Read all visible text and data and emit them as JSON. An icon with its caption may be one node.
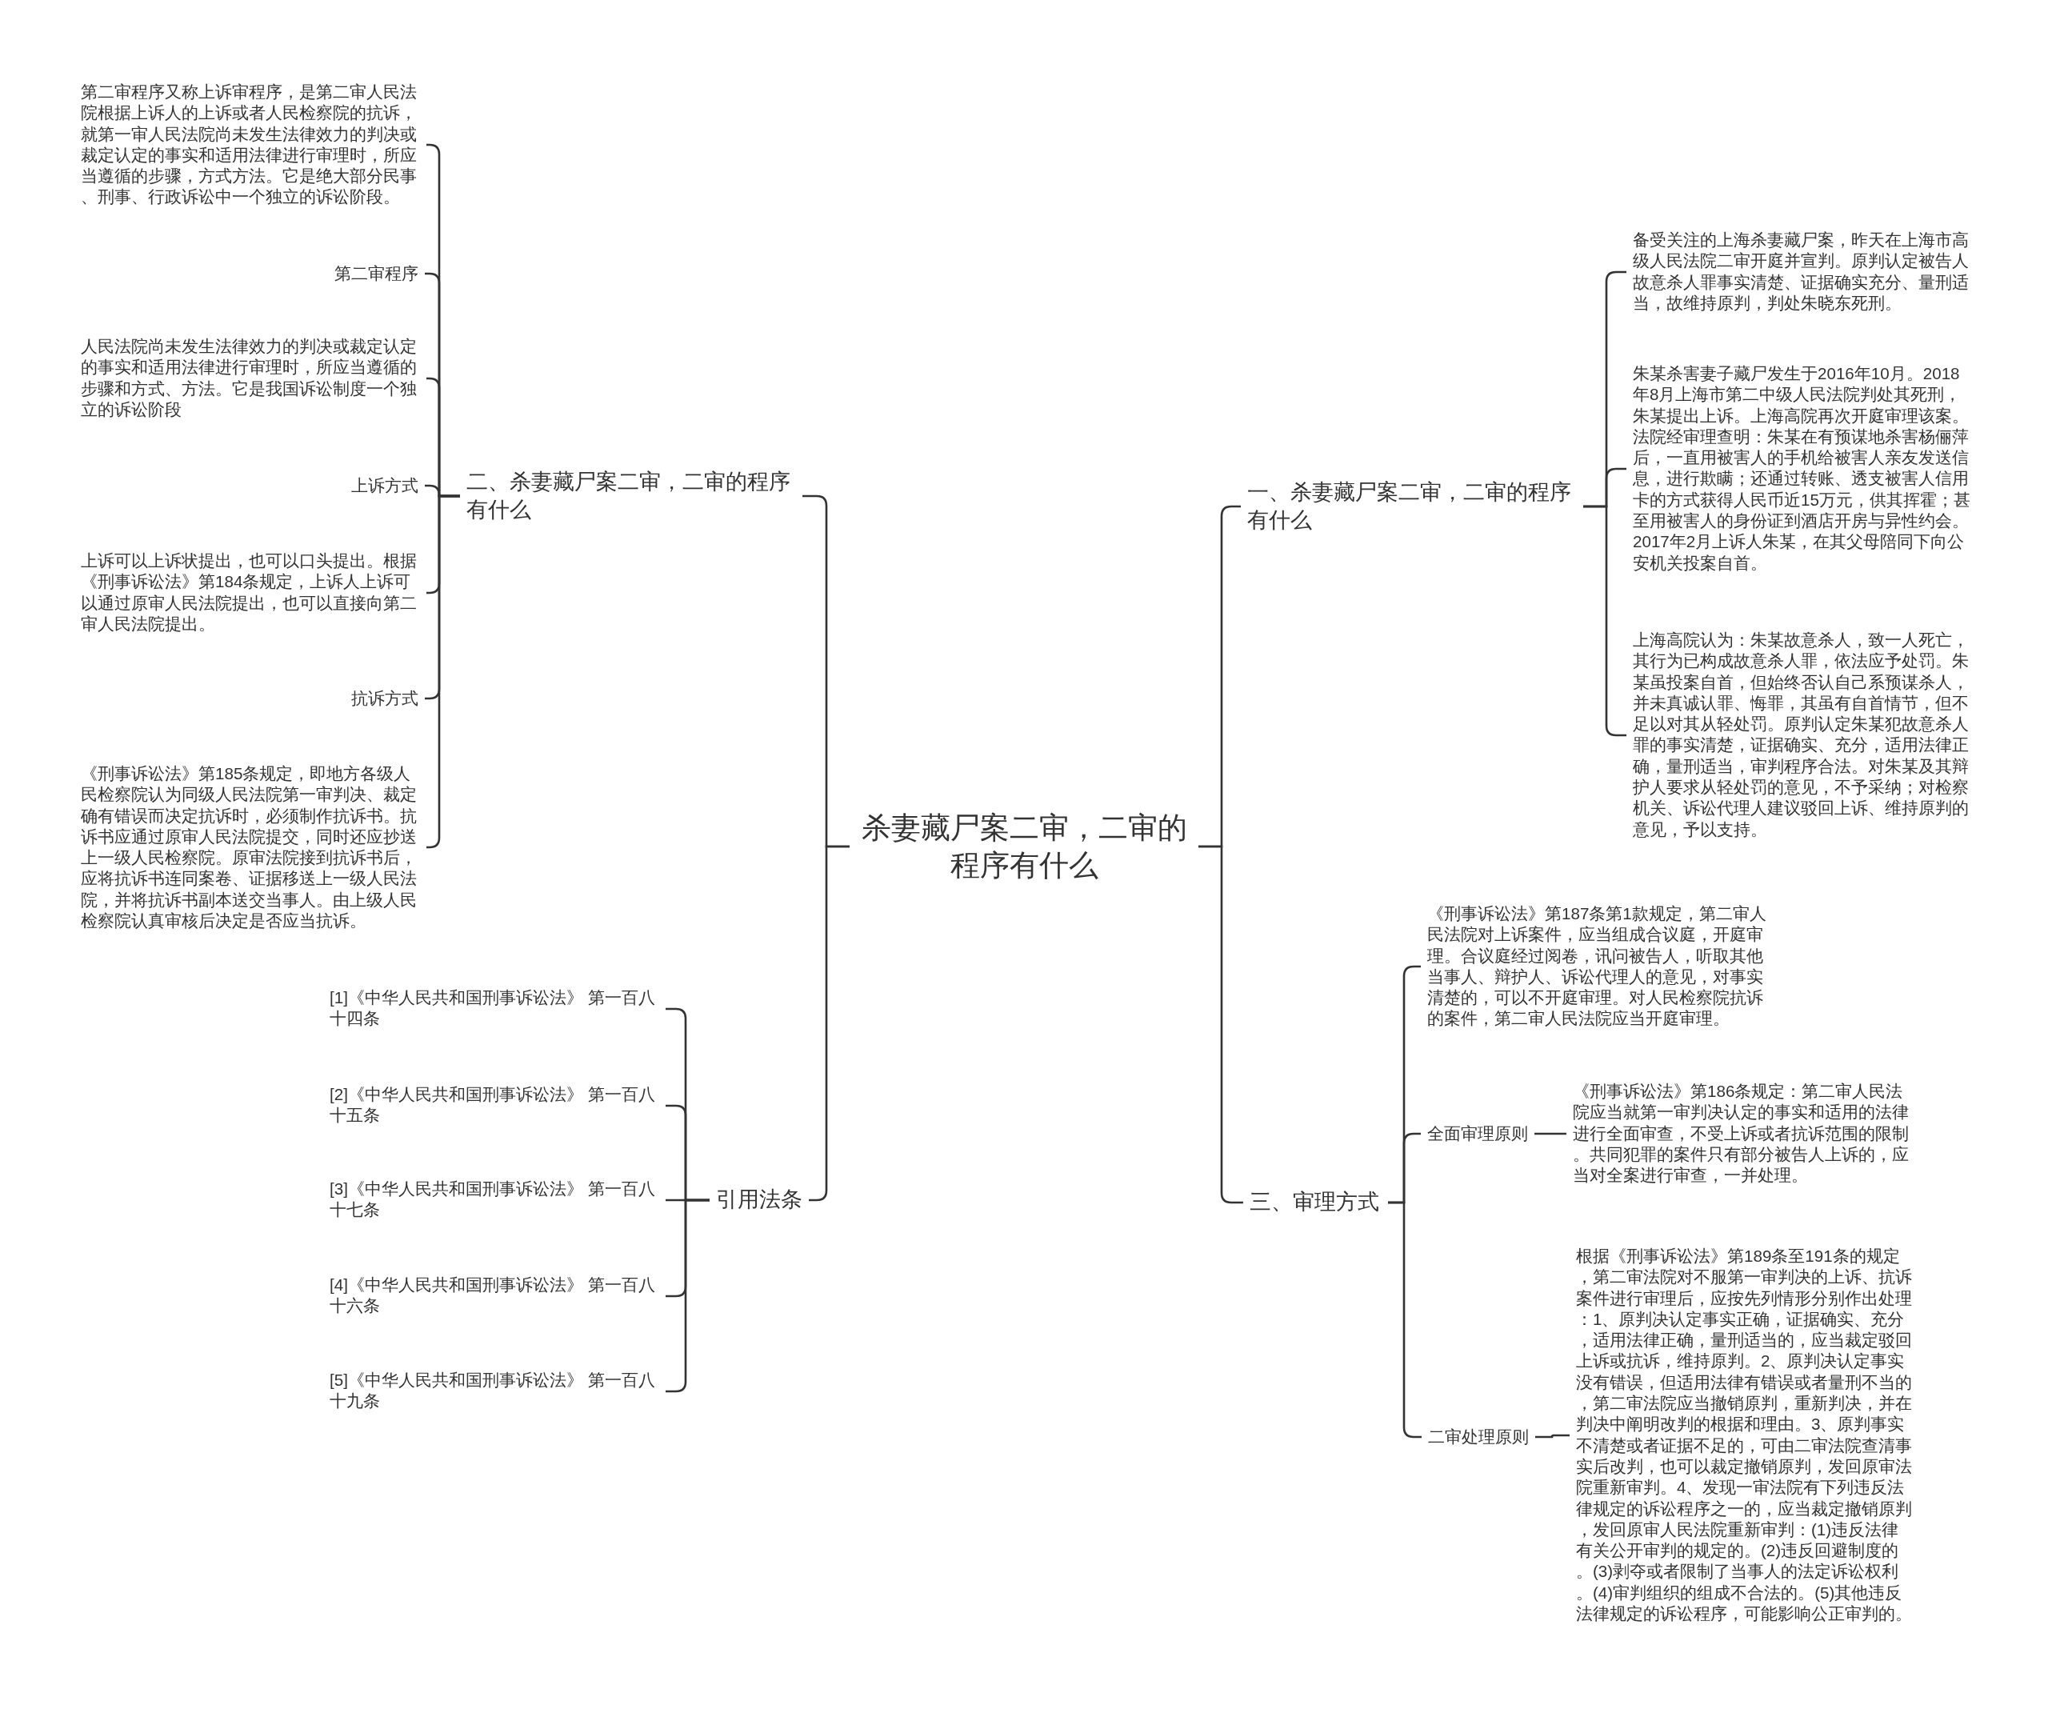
{
  "diagram": {
    "nodes": [
      {
        "text": [
          "杀妻藏尸案二审，二审的程序有什么"
        ]
      },
      {
        "text": [
          "一、杀妻藏尸案二审，二审的程序有什么"
        ]
      },
      {
        "text": [
          "备受关注的上海杀妻藏尸案，昨天在上海市高级人民法院二审开庭并宣判。原判认定被告人故意杀人罪事实清楚、证据确实充分、量刑适当，故维持原判，判处朱晓东死刑。"
        ]
      },
      {
        "text": [
          "朱某杀害妻子藏尸发生于2016年10月。2018年8月上海市第二中级人民法院判处其死刑，朱某提出上诉。上海高院再次开庭审理该案。法院经审理查明：朱某在有预谋地杀害杨俪萍后，一直用被害人的手机给被害人亲友发送信息，进行欺瞒；还通过转账、透支被害人信用卡的方式获得人民币近15万元，供其挥霍；甚至用被害人的身份证到酒店开房与异性约会。2017年2月上诉人朱某，在其父母陪同下向公安机关投案自首。"
        ]
      },
      {
        "text": [
          "上海高院认为：朱某故意杀人，致一人死亡，其行为已构成故意杀人罪，依法应予处罚。朱某虽投案自首，但始终否认自己系预谋杀人，并未真诚认罪、悔罪，其虽有自首情节，但不足以对其从轻处罚。原判认定朱某犯故意杀人罪的事实清楚，证据确实、充分，适用法律正确，量刑适当，审判程序合法。对朱某及其辩护人要求从轻处罚的意见，不予采纳；对检察机关、诉讼代理人建议驳回上诉、维持原判的意见，予以支持。"
        ]
      },
      {
        "text": [
          "三、审理方式"
        ]
      },
      {
        "text": [
          "《刑事诉讼法》第187条第1款规定，第二审人民法院对上诉案件，应当组成合议庭，开庭审理。合议庭经过阅卷，讯问被告人，听取其他当事人、辩护人、诉讼代理人的意见，对事实清楚的，可以不开庭审理。对人民检察院抗诉的案件，第二审人民法院应当开庭审理。"
        ]
      },
      {
        "text": [
          "全面审理原则"
        ]
      },
      {
        "text": [
          "《刑事诉讼法》第186条规定：第二审人民法院应当就第一审判决认定的事实和适用的法律进行全面审查，不受上诉或者抗诉范围的限制。共同犯罪的案件只有部分被告人上诉的，应当对全案进行审查，一并处理。"
        ]
      },
      {
        "text": [
          "二审处理原则"
        ]
      },
      {
        "text": [
          "根据《刑事诉讼法》第189条至191条的规定，第二审法院对不服第一审判决的上诉、抗诉案件进行审理后，应按先列情形分别作出处理：1、原判决认定事实正确，证据确实、充分，适用法律正确，量刑适当的，应当裁定驳回上诉或抗诉，维持原判。2、原判决认定事实没有错误，但适用法律有错误或者量刑不当的，第二审法院应当撤销原判，重新判决，并在判决中阐明改判的根据和理由。3、原判事实不清楚或者证据不足的，可由二审法院查清事实后改判，也可以裁定撤销原判，发回原审法院重新审判。4、发现一审法院有下列违反法律规定的诉讼程序之一的，应当裁定撤销原判，发回原审人民法院重新审判：(1)违反法律有关公开审判的规定的。(2)违反回避制度的。(3)剥夺或者限制了当事人的法定诉讼权利。(4)审判组织的组成不合法的。(5)其他违反法律规定的诉讼程序，可能影响公正审判的。"
        ]
      },
      {
        "text": [
          "二、杀妻藏尸案二审，二审的程序有什么"
        ]
      },
      {
        "text": [
          "第二审程序又称上诉审程序，是第二审人民法院根据上诉人的上诉或者人民检察院的抗诉，就第一审人民法院尚未发生法律效力的判决或裁定认定的事实和适用法律进行审理时，所应当遵循的步骤，方式方法。它是绝大部分民事、刑事、行政诉讼中一个独立的诉讼阶段。"
        ]
      },
      {
        "text": [
          "第二审程序"
        ]
      },
      {
        "text": [
          "人民法院尚未发生法律效力的判决或裁定认定的事实和适用法律进行审理时，所应当遵循的步骤和方式、方法。它是我国诉讼制度一个独立的诉讼阶段"
        ]
      },
      {
        "text": [
          "上诉方式"
        ]
      },
      {
        "text": [
          "上诉可以上诉状提出，也可以口头提出。根据《刑事诉讼法》第184条规定，上诉人上诉可以通过原审人民法院提出，也可以直接向第二审人民法院提出。"
        ]
      },
      {
        "text": [
          "抗诉方式"
        ]
      },
      {
        "text": [
          "《刑事诉讼法》第185条规定，即地方各级人民检察院认为同级人民法院第一审判决、裁定确有错误而决定抗诉时，必须制作抗诉书。抗诉书应通过原审人民法院提交，同时还应抄送上一级人民检察院。原审法院接到抗诉书后，应将抗诉书连同案卷、证据移送上一级人民法院，并将抗诉书副本送交当事人。由上级人民检察院认真审核后决定是否应当抗诉。"
        ]
      },
      {
        "text": [
          "引用法条"
        ]
      },
      {
        "text": [
          "[1]《中华人民共和国刑事诉讼法》 第一百八十四条"
        ]
      },
      {
        "text": [
          "[2]《中华人民共和国刑事诉讼法》 第一百八十五条"
        ]
      },
      {
        "text": [
          "[3]《中华人民共和国刑事诉讼法》 第一百八十七条"
        ]
      },
      {
        "text": [
          "[4]《中华人民共和国刑事诉讼法》 第一百八十六条"
        ]
      },
      {
        "text": [
          "[5]《中华人民共和国刑事诉讼法》 第一百八十九条"
        ]
      }
    ],
    "edges": [
      {
        "from": 0,
        "to": 1,
        "arrow": "none"
      },
      {
        "from": 1,
        "to": 2,
        "arrow": "none"
      },
      {
        "from": 1,
        "to": 3,
        "arrow": "none"
      },
      {
        "from": 1,
        "to": 4,
        "arrow": "none"
      },
      {
        "from": 0,
        "to": 5,
        "arrow": "none"
      },
      {
        "from": 5,
        "to": 6,
        "arrow": "none"
      },
      {
        "from": 5,
        "to": 7,
        "arrow": "none"
      },
      {
        "from": 7,
        "to": 8,
        "arrow": "none"
      },
      {
        "from": 5,
        "to": 9,
        "arrow": "none"
      },
      {
        "from": 9,
        "to": 10,
        "arrow": "none"
      },
      {
        "from": 0,
        "to": 11,
        "arrow": "none"
      },
      {
        "from": 11,
        "to": 12,
        "arrow": "none"
      },
      {
        "from": 11,
        "to": 13,
        "arrow": "none"
      },
      {
        "from": 11,
        "to": 14,
        "arrow": "none"
      },
      {
        "from": 11,
        "to": 15,
        "arrow": "none"
      },
      {
        "from": 11,
        "to": 16,
        "arrow": "none"
      },
      {
        "from": 11,
        "to": 17,
        "arrow": "none"
      },
      {
        "from": 11,
        "to": 18,
        "arrow": "none"
      },
      {
        "from": 0,
        "to": 19,
        "arrow": "none"
      },
      {
        "from": 19,
        "to": 20,
        "arrow": "none"
      },
      {
        "from": 19,
        "to": 21,
        "arrow": "none"
      },
      {
        "from": 19,
        "to": 22,
        "arrow": "none"
      },
      {
        "from": 19,
        "to": 23,
        "arrow": "none"
      },
      {
        "from": 19,
        "to": 24,
        "arrow": "none"
      }
    ]
  }
}
